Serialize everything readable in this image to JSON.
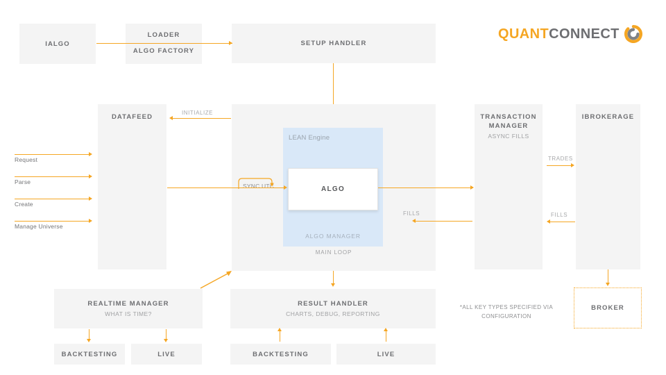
{
  "brand": {
    "word_one": "QUANT",
    "word_two": "CONNECT",
    "accent_color": "#f5a623",
    "gray_color": "#6d6e71",
    "mark": "quantconnect-swirl-icon"
  },
  "palette": {
    "box_fill": "#f4f4f4",
    "engine_fill": "#d9e8f8",
    "arrow": "#f5a623",
    "title_text": "#6d6e71",
    "sub_text": "#a0a1a3",
    "page_bg": "#ffffff"
  },
  "boxes": {
    "ialgo": {
      "title": "IALGO"
    },
    "loader": {
      "title": "LOADER",
      "second": "ALGO FACTORY"
    },
    "setup_handler": {
      "title": "SETUP HANDLER"
    },
    "datafeed": {
      "title": "DATAFEED"
    },
    "main_loop": {
      "caption": "MAIN LOOP"
    },
    "lean_engine": {
      "title": "LEAN Engine",
      "footer": "ALGO MANAGER"
    },
    "algo": {
      "title": "ALGO"
    },
    "transaction_manager": {
      "title": "TRANSACTION\nMANAGER",
      "sub": "ASYNC FILLS"
    },
    "ibrokerage": {
      "title": "IBROKERAGE"
    },
    "broker": {
      "title": "BROKER"
    },
    "realtime_manager": {
      "title": "REALTIME MANAGER",
      "sub": "WHAT IS TIME?"
    },
    "result_handler": {
      "title": "RESULT HANDLER",
      "sub": "CHARTS, DEBUG, REPORTING"
    },
    "rt_backtesting": {
      "title": "BACKTESTING"
    },
    "rt_live": {
      "title": "LIVE"
    },
    "rh_backtesting": {
      "title": "BACKTESTING"
    },
    "rh_live": {
      "title": "LIVE"
    }
  },
  "edge_labels": {
    "initialize": "INITIALIZE",
    "sync_utc": "SYNC UTC",
    "trades": "TRADES",
    "fills_brokerage": "FILLS",
    "fills_transaction": "FILLS"
  },
  "datafeed_inputs": [
    {
      "label": "Request"
    },
    {
      "label": "Parse"
    },
    {
      "label": "Create"
    },
    {
      "label": "Manage Universe"
    }
  ],
  "footnote": "*ALL KEY TYPES SPECIFIED VIA\nCONFIGURATION"
}
